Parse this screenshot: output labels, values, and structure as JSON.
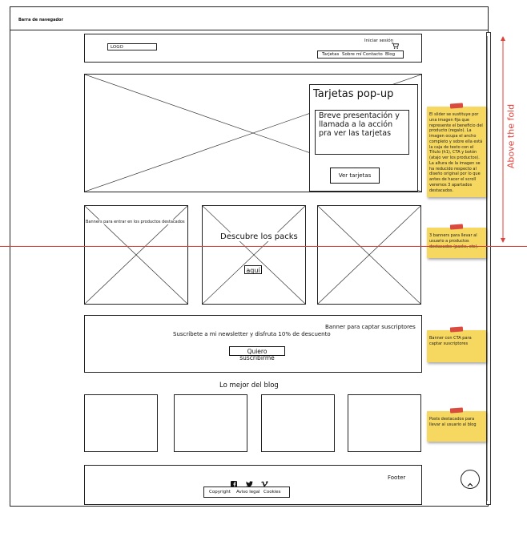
{
  "browser": {
    "nav_bar_label": "Barra de navegador"
  },
  "header": {
    "logo": "LOGO",
    "login": "Iniciar sesión",
    "nav": [
      "Tarjetas",
      "Sobre mí",
      "Contacto",
      "Blog"
    ]
  },
  "hero": {
    "title": "Tarjetas pop-up",
    "text": "Breve presentación y llamada a la acción pra ver las tarjetas",
    "button": "Ver tarjetas"
  },
  "banners": {
    "banner1_label": "Banners para entrar en los productos destacados",
    "banner2_title": "Descubre los packs",
    "banner2_button": "aquí"
  },
  "newsletter": {
    "label": "Banner para captar suscriptores",
    "text": "Suscríbete a mi newsletter y disfruta 10% de descuento",
    "button": "Quiero suscribirme"
  },
  "blog": {
    "title": "Lo mejor del blog"
  },
  "footer": {
    "label": "Footer",
    "links": [
      "Copyright",
      "Aviso legal",
      "Cookies"
    ]
  },
  "notes": [
    "El slider se sustituye por una imagen fija que represente el beneficio del producto (regalo). La imagen ocupa el ancho completo y sobre ella está la caja de texto con el Título (h1), CTA y botón (atajo ver los productos). La altura de la imagen se ha reducido respecto al diseño original por lo que antes de hacer el scroll veremos 3 apartados destacados.",
    "3 banners para llevar al usuario a productos destacados (packs, etc).",
    "Banner con CTA para captar suscriptores",
    "Posts destacados para llevar al usuario al blog"
  ],
  "fold": {
    "label": "Above the fold"
  },
  "colors": {
    "note": "#f6d860",
    "tape": "#d94a3f",
    "fold_line": "#e0403a"
  }
}
